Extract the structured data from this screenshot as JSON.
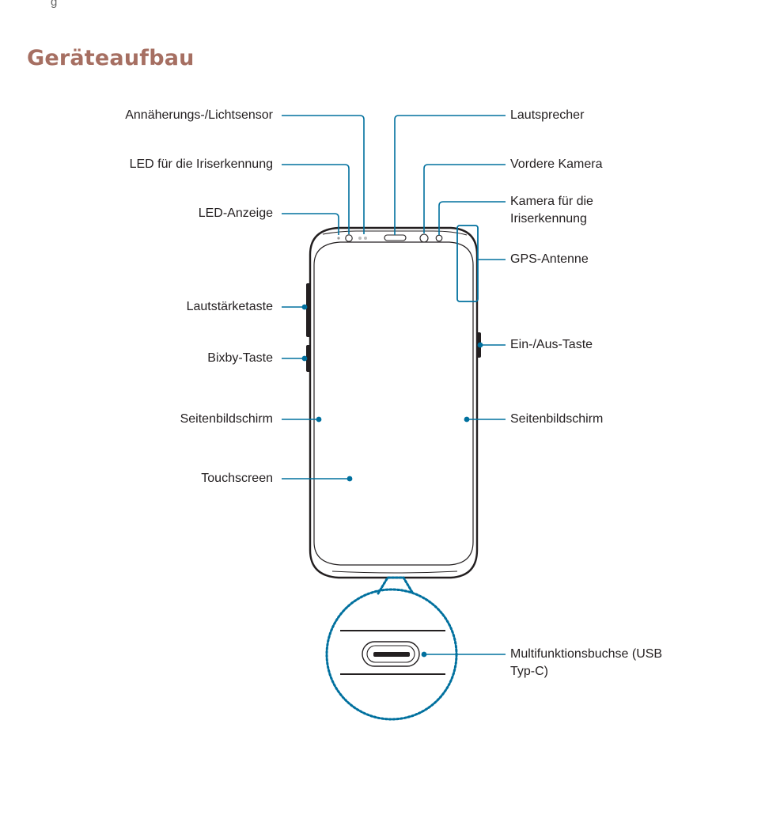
{
  "header_fragment": "g",
  "title": "Geräteaufbau",
  "accent_color": "#a66f62",
  "callout_color": "#00709e",
  "labels": {
    "proximity_sensor": "Annäherungs-/Lichtsensor",
    "iris_led": "LED für die Iriserkennung",
    "led_indicator": "LED-Anzeige",
    "volume_key": "Lautstärketaste",
    "bixby_key": "Bixby-Taste",
    "edge_screen_left": "Seitenbildschirm",
    "touchscreen": "Touchscreen",
    "speaker": "Lautsprecher",
    "front_camera": "Vordere Kamera",
    "iris_camera": "Kamera für die Iriserkennung",
    "gps_antenna": "GPS-Antenne",
    "power_key": "Ein-/Aus-Taste",
    "edge_screen_right": "Seitenbildschirm",
    "usb_port": "Multifunktionsbuchse (USB Typ-C)"
  }
}
